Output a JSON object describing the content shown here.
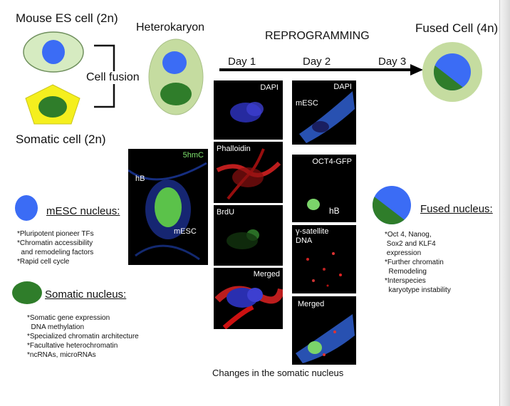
{
  "labels": {
    "mouse_es": "Mouse ES cell (2n)",
    "cell_fusion": "Cell fusion",
    "somatic_cell": "Somatic cell (2n)",
    "heterokaryon": "Heterokaryon",
    "reprogramming": "REPROGRAMMING",
    "fused_cell": "Fused Cell (4n)",
    "day1": "Day 1",
    "day2": "Day 2",
    "day3": "Day 3",
    "caption": "Changes in the somatic nucleus"
  },
  "panels": {
    "dapi1": "DAPI",
    "phalloidin": "Phalloidin",
    "brdu": "BrdU",
    "merged1": "Merged",
    "dapi2": "DAPI",
    "mesc_top": "mESC",
    "oct4": "OCT4-GFP",
    "hb_oct4": "hB",
    "gamma": "γ-satellite",
    "gamma2": "DNA",
    "merged2": "Merged",
    "fivehmc": "5hmC",
    "hb": "hB",
    "mesc": "mESC"
  },
  "legend": {
    "mesc_title": "mESC nucleus:",
    "mesc_items": [
      "*Pluripotent pioneer TFs",
      "*Chromatin accessibility",
      "  and remodeling factors",
      "*Rapid cell cycle"
    ],
    "somatic_title": "Somatic nucleus:",
    "somatic_items": [
      "*Somatic gene expression",
      "  DNA methylation",
      "*Specialized chromatin architecture",
      "*Facultative heterochromatin",
      "*ncRNAs, microRNAs"
    ],
    "fused_title": "Fused nucleus:",
    "fused_items": [
      "*Oct 4, Nanog,",
      " Sox2 and KLF4",
      " expression",
      "*Further chromatin",
      "  Remodeling",
      "*Interspecies",
      "  karyotype instability"
    ]
  },
  "colors": {
    "mesc_nucleus": "#3b6cf5",
    "somatic_nucleus": "#2f7d2a",
    "cell_green": "#c5dca0",
    "somatic_cell_yellow": "#f5ef1e"
  }
}
